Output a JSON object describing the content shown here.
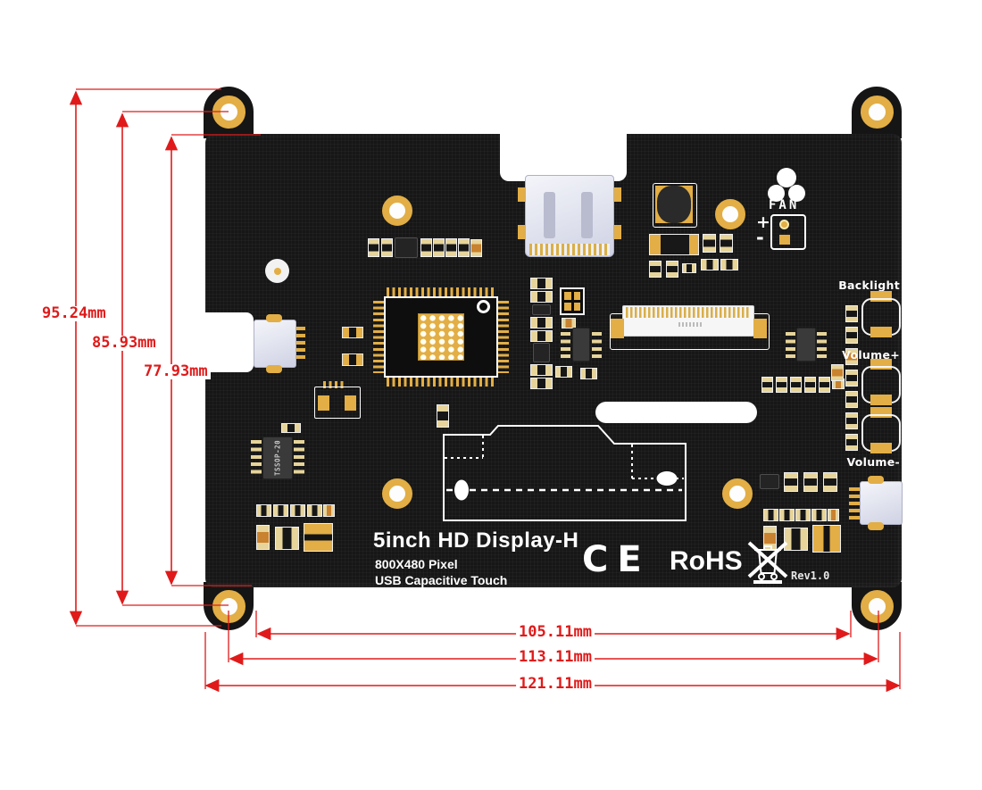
{
  "colors": {
    "board": "#161616",
    "gold_pad": "#e2ae45",
    "silkscreen": "#ffffff",
    "dimension_red": "#e01a1a",
    "connector_shell": "#d9dbe9",
    "background": "#ffffff"
  },
  "board": {
    "product_title": "5inch HD Display-H",
    "pixel_spec": "800X480 Pixel",
    "touch_spec": "USB Capacitive Touch",
    "revision": "Rev1.0",
    "fan_label": "FAN",
    "fan_plus": "+",
    "fan_minus": "-",
    "backlight_label": "Backlight",
    "volume_plus_label": "Volume+",
    "volume_minus_label": "Volume-",
    "chip_label": "TSSOP-20",
    "ce_label": "CE",
    "rohs_label": "RoHS"
  },
  "dimensions": {
    "height_outer": "95.24mm",
    "height_holes": "85.93mm",
    "height_board": "77.93mm",
    "width_inner": "105.11mm",
    "width_holes": "113.11mm",
    "width_outer": "121.11mm"
  }
}
